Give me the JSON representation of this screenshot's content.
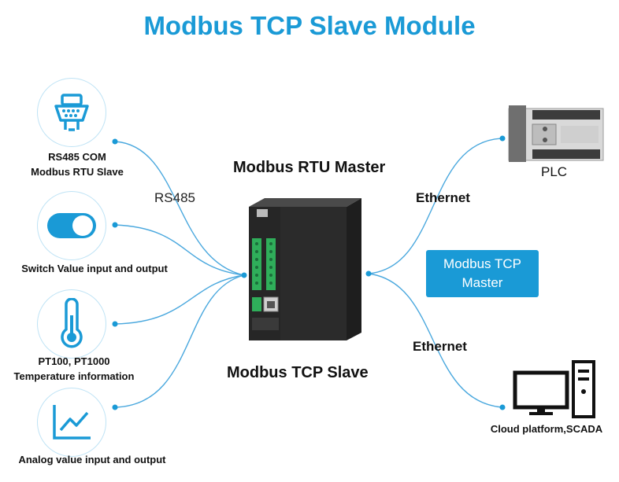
{
  "title": "Modbus TCP Slave Module",
  "left_items": [
    {
      "icon": "serial-port-icon",
      "label_lines": [
        "RS485 COM",
        "Modbus RTU Slave"
      ]
    },
    {
      "icon": "toggle-switch-icon",
      "label_lines": [
        "Switch Value input and output"
      ]
    },
    {
      "icon": "thermometer-icon",
      "label_lines": [
        "PT100, PT1000",
        "Temperature information"
      ]
    },
    {
      "icon": "line-chart-icon",
      "label_lines": [
        "Analog value input and output"
      ]
    }
  ],
  "link_labels": {
    "rs485": "RS485",
    "ethernet_top": "Ethernet",
    "ethernet_bottom": "Ethernet"
  },
  "center": {
    "top_label": "Modbus RTU Master",
    "bottom_label": "Modbus TCP Slave"
  },
  "master_box": {
    "line1": "Modbus TCP",
    "line2": "Master"
  },
  "right_items": [
    {
      "icon": "plc-icon",
      "label": "PLC"
    },
    {
      "icon": "computer-icon",
      "label": "Cloud platform,SCADA"
    }
  ],
  "colors": {
    "accent": "#1a9ad6",
    "line": "#4aa8de",
    "device": "#2b2b2b",
    "terminal": "#2fae5a"
  }
}
